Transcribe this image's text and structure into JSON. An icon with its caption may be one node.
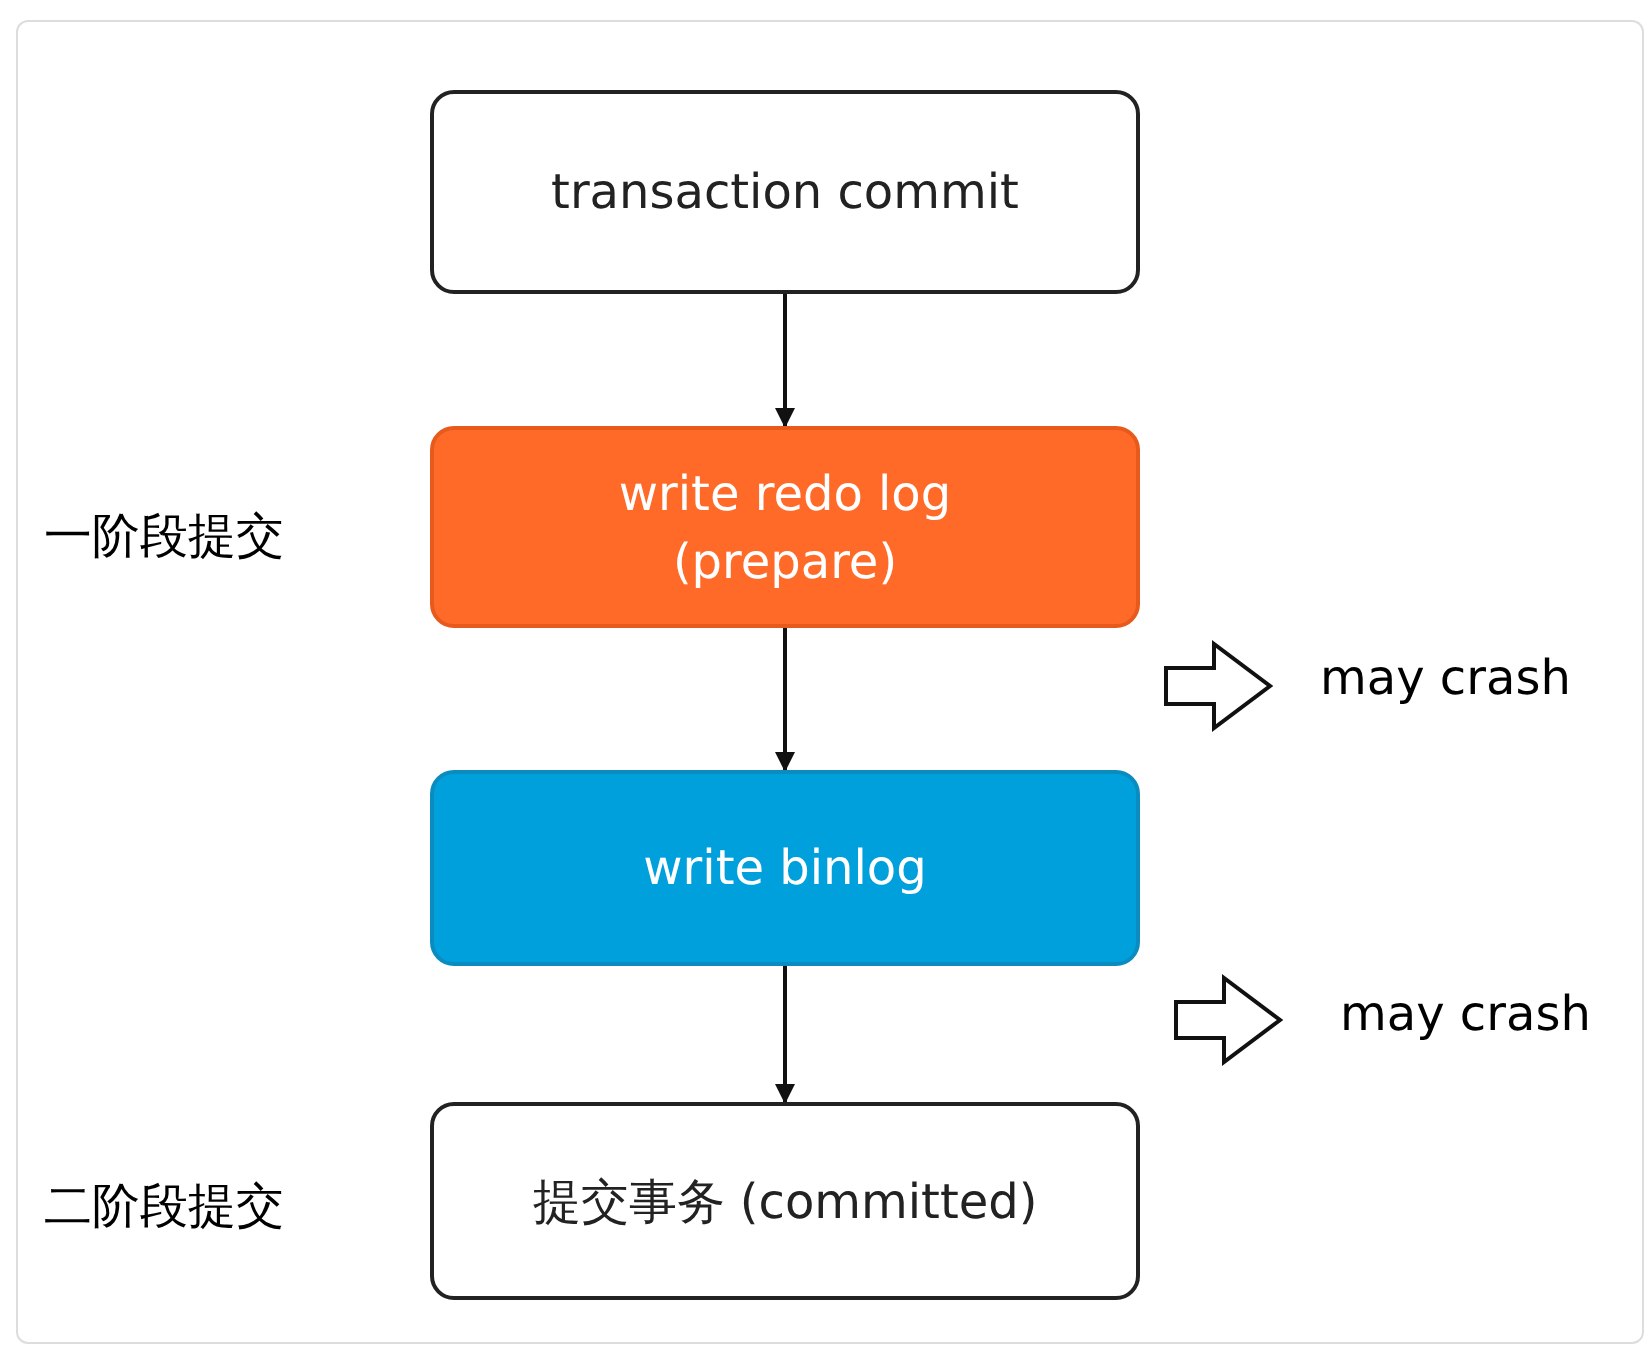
{
  "diagram": {
    "nodes": [
      {
        "text": [
          "transaction commit"
        ]
      },
      {
        "text": [
          "write redo log (prepare)"
        ]
      },
      {
        "text": [
          "write binlog"
        ]
      },
      {
        "text": [
          "提交事务 (committed)"
        ]
      }
    ],
    "edges": [
      {
        "from": 0,
        "to": 1,
        "arrow": "to"
      },
      {
        "from": 1,
        "to": 2,
        "arrow": "to"
      },
      {
        "from": 2,
        "to": 3,
        "arrow": "to"
      }
    ],
    "labels": [
      "一阶段提交",
      "may crash",
      "may crash",
      "二阶段提交"
    ]
  }
}
